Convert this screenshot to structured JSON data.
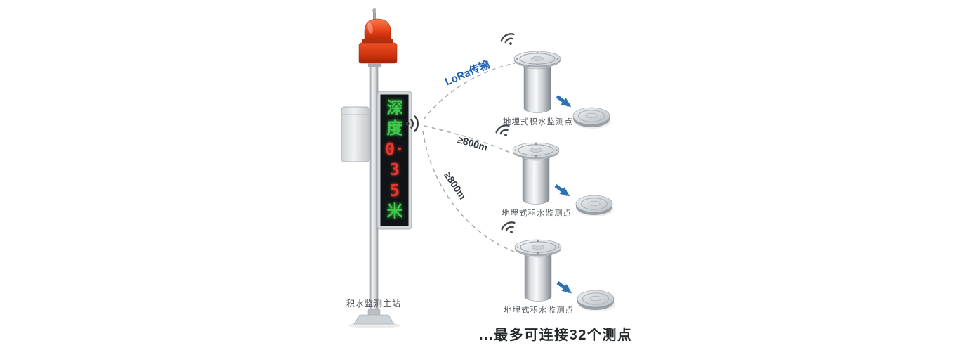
{
  "colors": {
    "led_green": "#3ecb4a",
    "led_red": "#e8392b",
    "lora_label_blue": "#1f5fae",
    "distance_label_dark": "#333a41",
    "arrow_blue": "#2e74b5",
    "beacon_red": "#d93d16",
    "dashed_line_gray": "#a6abb0"
  },
  "diagram": {
    "main_station": {
      "label": "积水监测主站",
      "display": {
        "lines": [
          {
            "text": "深",
            "color": "#3ecb4a"
          },
          {
            "text": "度",
            "color": "#3ecb4a"
          },
          {
            "text": "0·",
            "color": "#e8392b"
          },
          {
            "text": "3",
            "color": "#e8392b"
          },
          {
            "text": "5",
            "color": "#e8392b"
          },
          {
            "text": "米",
            "color": "#3ecb4a"
          }
        ]
      }
    },
    "links": [
      {
        "label": "LoRa传输"
      },
      {
        "label": "≥800m"
      },
      {
        "label": "≥800m"
      }
    ],
    "sensors": [
      {
        "label": "地埋式积水监测点"
      },
      {
        "label": "地埋式积水监测点"
      },
      {
        "label": "地埋式积水监测点"
      }
    ],
    "footer": "...最多可连接32个测点"
  }
}
